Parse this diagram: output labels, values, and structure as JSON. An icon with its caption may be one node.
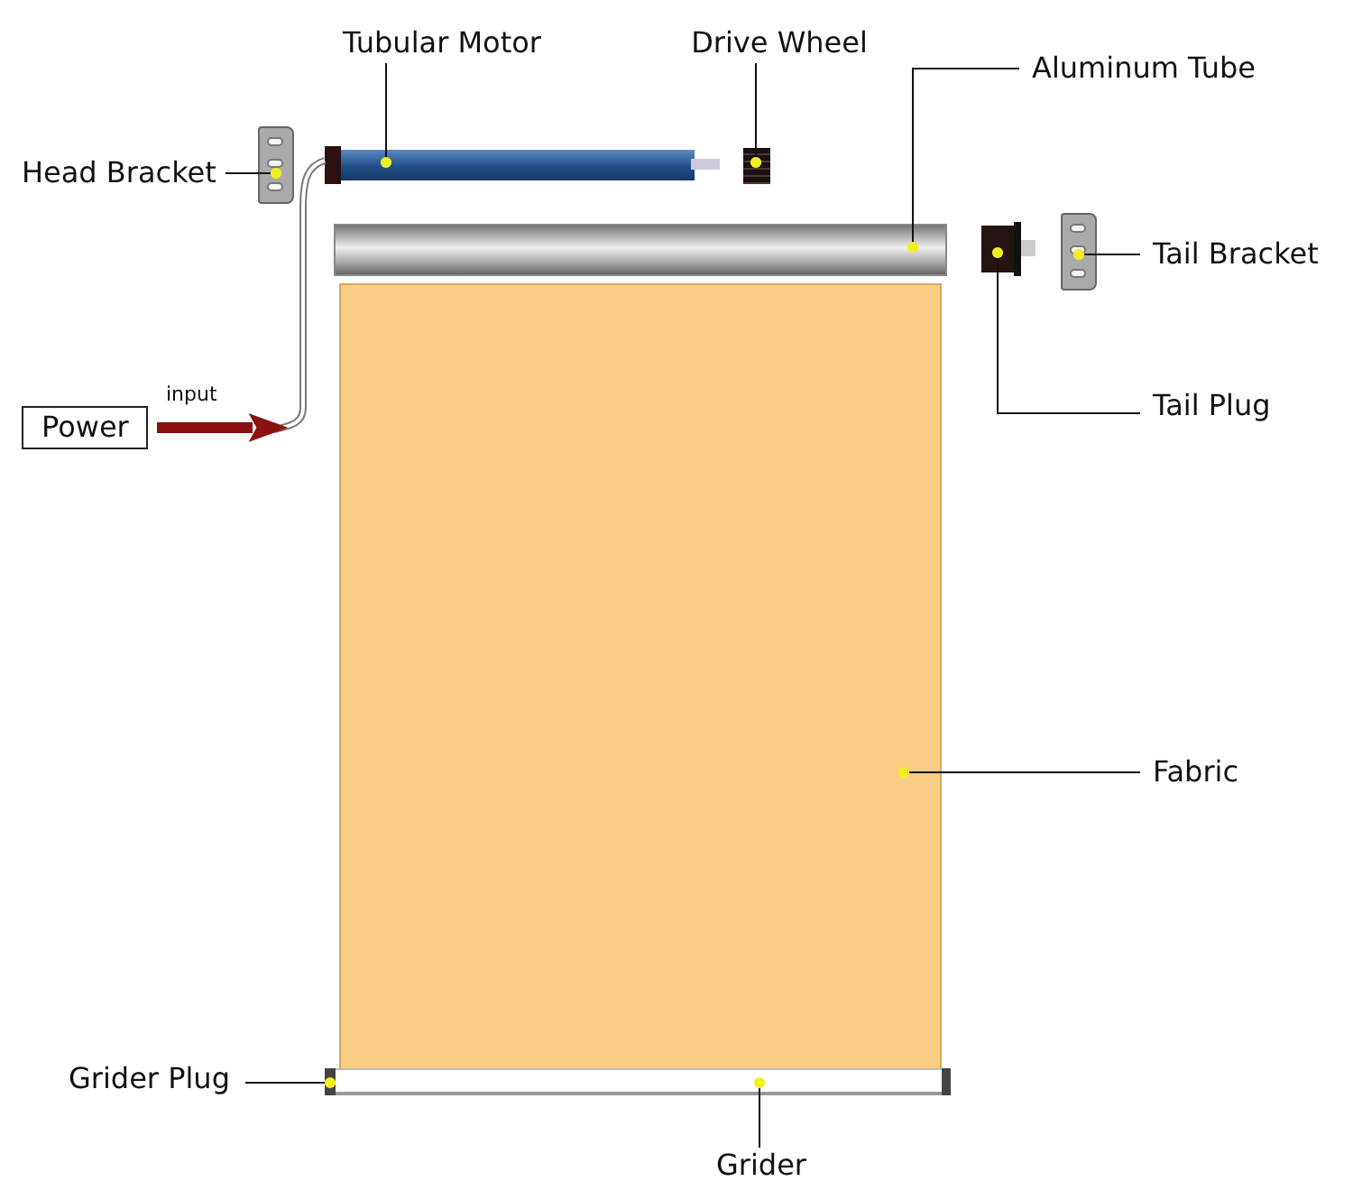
{
  "diagram": {
    "nodes": [
      {
        "text": [
          "Tubular Motor"
        ]
      },
      {
        "text": [
          "Drive Wheel"
        ]
      },
      {
        "text": [
          "Aluminum Tube"
        ]
      },
      {
        "text": [
          "Head Bracket"
        ]
      },
      {
        "text": [
          "Tail Bracket"
        ]
      },
      {
        "text": [
          "Power"
        ]
      },
      {
        "text": [
          "Tail Plug"
        ]
      },
      {
        "text": [
          "Fabric"
        ]
      },
      {
        "text": [
          "Grider Plug"
        ]
      },
      {
        "text": [
          "Grider"
        ]
      },
      {
        "text": [],
        "shape": "cylinder"
      },
      {
        "text": [],
        "shape": "box"
      },
      {
        "text": [],
        "shape": "cylinder"
      },
      {
        "text": [],
        "shape": "bar"
      },
      {
        "text": [],
        "shape": "bar"
      },
      {
        "text": [],
        "shape": "box"
      },
      {
        "text": [],
        "shape": "box"
      },
      {
        "text": [],
        "shape": "bar"
      },
      {
        "text": [],
        "shape": "bar"
      },
      {
        "text": [],
        "shape": "cable"
      }
    ],
    "edges": [
      {
        "from": 0,
        "to": 10,
        "arrow": "other"
      },
      {
        "from": 1,
        "to": 11,
        "arrow": "other"
      },
      {
        "from": 2,
        "to": 12,
        "arrow": "other"
      },
      {
        "from": 3,
        "to": 13,
        "arrow": "other"
      },
      {
        "from": 4,
        "to": 14,
        "arrow": "other"
      },
      {
        "from": 6,
        "to": 15,
        "arrow": "other"
      },
      {
        "from": 7,
        "to": 16,
        "arrow": "other"
      },
      {
        "from": 8,
        "to": 17,
        "arrow": "other"
      },
      {
        "from": 9,
        "to": 18,
        "arrow": "other"
      },
      {
        "from": 5,
        "to": 19,
        "arrow": "to",
        "label": "input",
        "style": "thick",
        "color": "#8b1010"
      }
    ]
  }
}
